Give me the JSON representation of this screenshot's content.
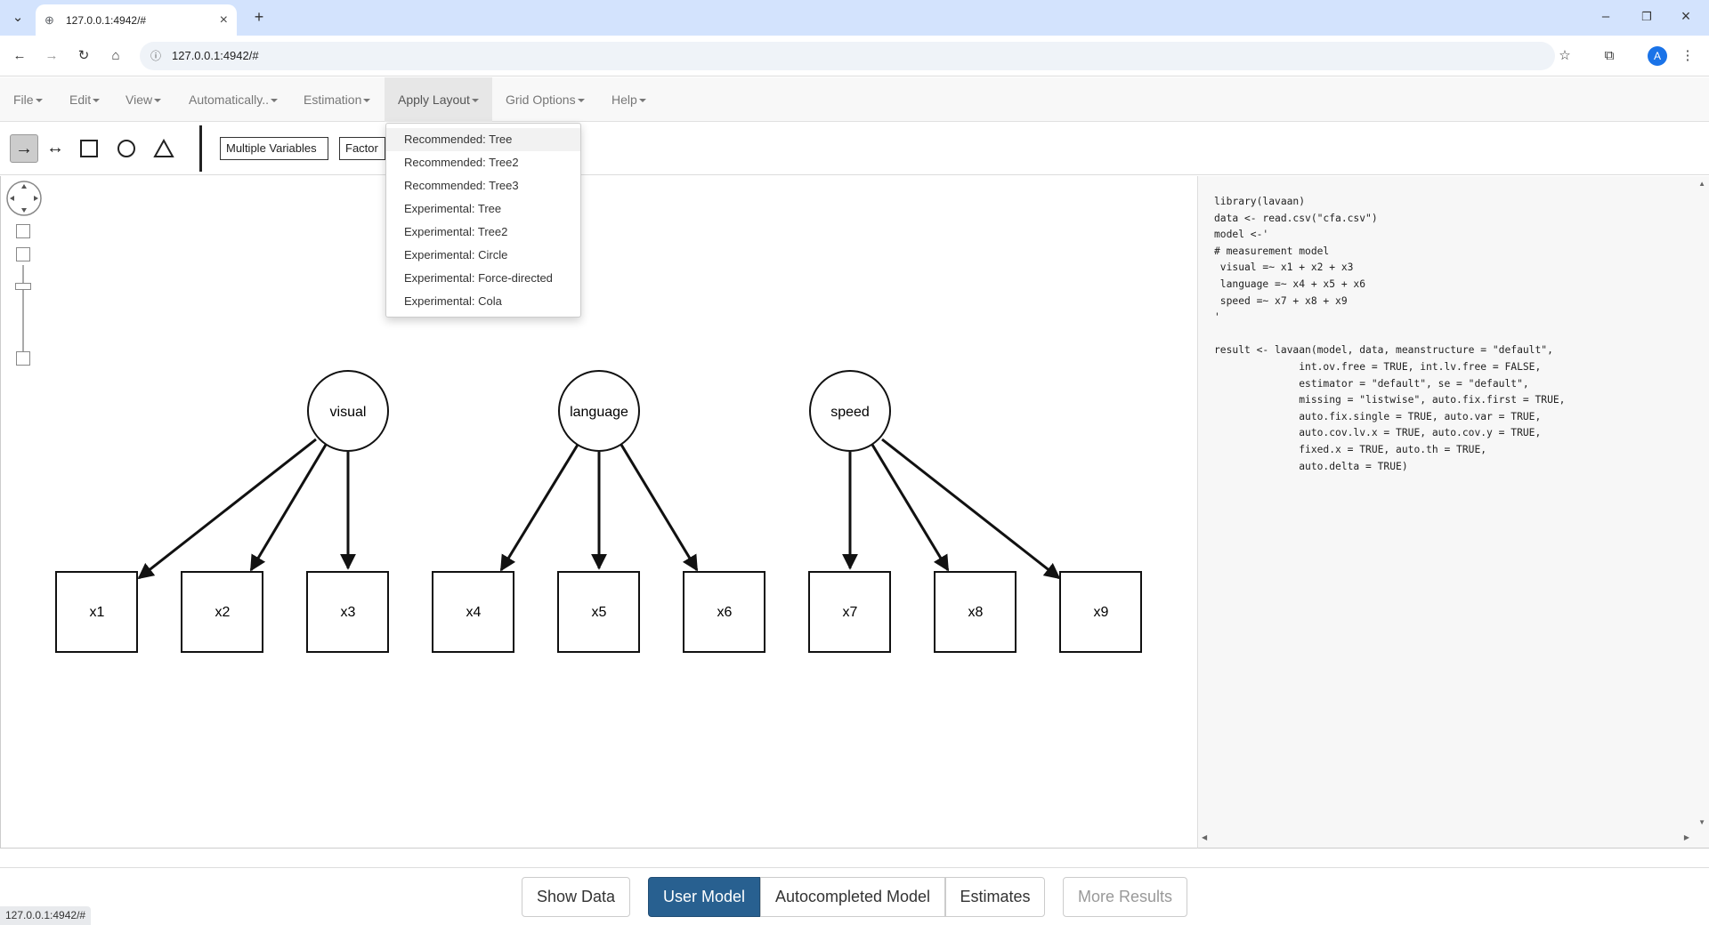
{
  "browser": {
    "tab_title": "127.0.0.1:4942/#",
    "url": "127.0.0.1:4942/#",
    "avatar_letter": "A",
    "status_url": "127.0.0.1:4942/#"
  },
  "menubar": {
    "items": [
      "File",
      "Edit",
      "View",
      "Automatically..",
      "Estimation",
      "Apply Layout",
      "Grid Options",
      "Help"
    ],
    "active": "Apply Layout"
  },
  "toolbar": {
    "buttons": [
      "Multiple Variables",
      "Factor"
    ]
  },
  "dropdown": {
    "items": [
      "Recommended: Tree",
      "Recommended: Tree2",
      "Recommended: Tree3",
      "Experimental: Tree",
      "Experimental: Tree2",
      "Experimental: Circle",
      "Experimental: Force-directed",
      "Experimental: Cola"
    ],
    "hovered": "Recommended: Tree"
  },
  "diagram": {
    "latents": [
      "visual",
      "language",
      "speed"
    ],
    "observed": [
      "x1",
      "x2",
      "x3",
      "x4",
      "x5",
      "x6",
      "x7",
      "x8",
      "x9"
    ]
  },
  "code": "library(lavaan)\ndata <- read.csv(\"cfa.csv\")\nmodel <-'\n# measurement model\n visual =~ x1 + x2 + x3\n language =~ x4 + x5 + x6\n speed =~ x7 + x8 + x9\n'\n\nresult <- lavaan(model, data, meanstructure = \"default\",\n              int.ov.free = TRUE, int.lv.free = FALSE,\n              estimator = \"default\", se = \"default\",\n              missing = \"listwise\", auto.fix.first = TRUE,\n              auto.fix.single = TRUE, auto.var = TRUE,\n              auto.cov.lv.x = TRUE, auto.cov.y = TRUE,\n              fixed.x = TRUE, auto.th = TRUE,\n              auto.delta = TRUE)",
  "bottombar": {
    "show_data": "Show Data",
    "user_model": "User Model",
    "autocompleted_model": "Autocompleted Model",
    "estimates": "Estimates",
    "more_results": "More Results"
  }
}
